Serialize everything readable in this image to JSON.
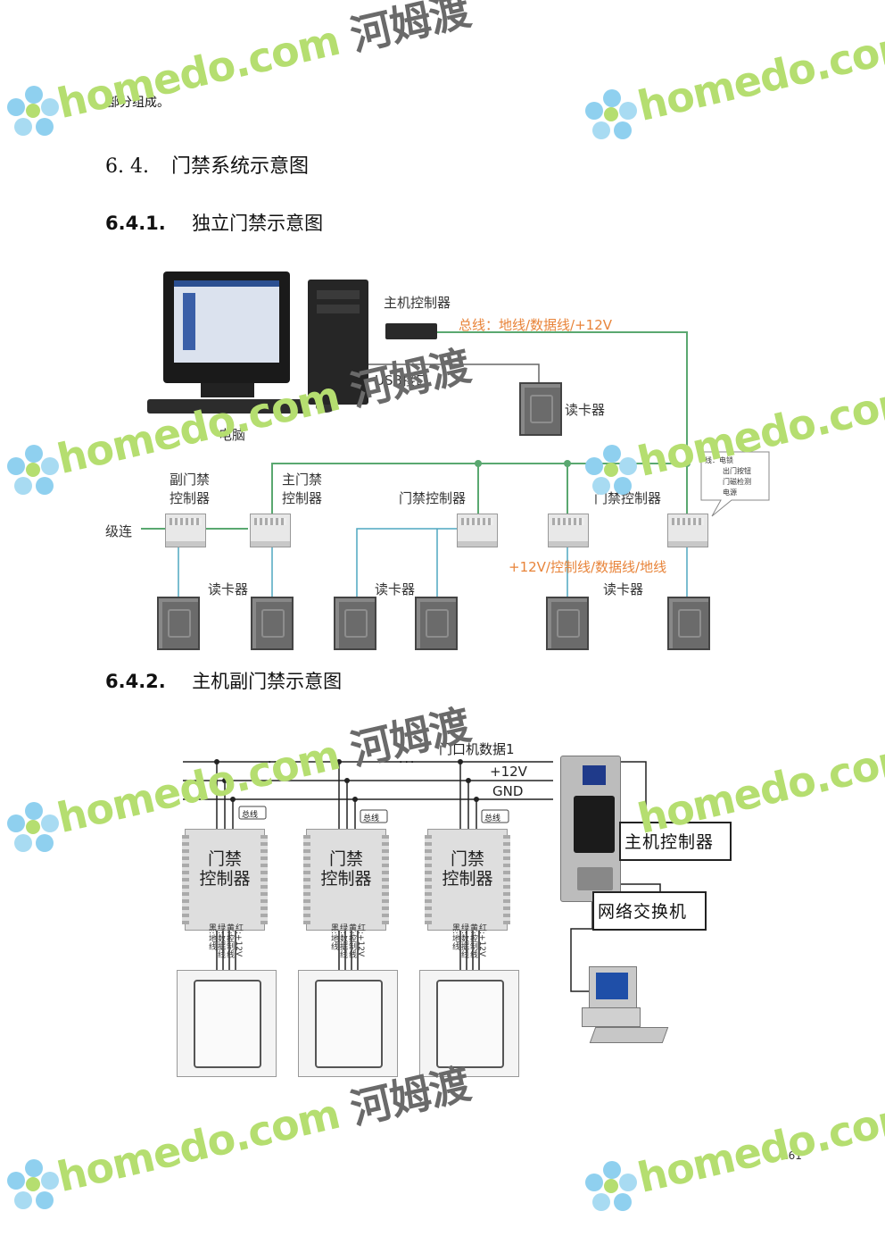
{
  "intro_text": "部分组成。",
  "section": {
    "number": "6. 4.",
    "title": "门禁系统示意图"
  },
  "sub1": {
    "number": "6.4.1.",
    "title": "独立门禁示意图"
  },
  "sub2": {
    "number": "6.4.2.",
    "title": "主机副门禁示意图"
  },
  "diagram1": {
    "host_controller": "主机控制器",
    "bus_label": "总线：地线/数据线/+12V",
    "usb_label": "USB接口",
    "reader_top": "读卡器",
    "computer": "电脑",
    "sub_ctrl": [
      "副门禁",
      "控制器"
    ],
    "main_ctrl": [
      "主门禁",
      "控制器"
    ],
    "door_ctrl_1": "门禁控制器",
    "door_ctrl_2": "门禁控制器",
    "cascade": "级连",
    "wire_label": "+12V/控制线/数据线/地线",
    "reader_1": "读卡器",
    "reader_2": "读卡器",
    "reader_3": "读卡器",
    "callout": [
      "线：电锁",
      "出门按钮",
      "门磁检测",
      "电源"
    ]
  },
  "diagram2": {
    "bus1": "门口机数据1",
    "bus2": "+12V",
    "bus3": "GND",
    "bus_tag": "总线",
    "ctrl_label": [
      "门禁",
      "控制器"
    ],
    "wire_labels": [
      "红:+12V",
      "黄:控制线",
      "绿:数据线",
      "黑:地线"
    ],
    "host": "主机控制器",
    "switch": "网络交换机",
    "ellipsis": "···"
  },
  "page_number": "161",
  "watermark": {
    "site": "homedo.com",
    "cn": "河姆渡"
  },
  "colors": {
    "green_line": "#5aa870",
    "orange": "#e8843a",
    "wm_green": "#b5de70",
    "wm_blue": "#7fc8e8"
  }
}
